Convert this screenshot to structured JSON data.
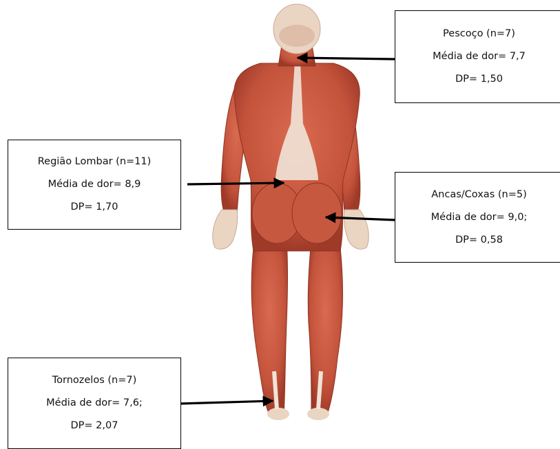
{
  "annotations": {
    "neck": {
      "region": "Pescoço (n=7)",
      "mean": "Média de dor= 7,7",
      "sd": "DP= 1,50"
    },
    "lumbar": {
      "region": "Região Lombar (n=11)",
      "mean": "Média de dor= 8,9",
      "sd": "DP= 1,70"
    },
    "hips": {
      "region": "Ancas/Coxas (n=5)",
      "mean": "Média de dor= 9,0;",
      "sd": "DP= 0,58"
    },
    "ankles": {
      "region": "Tornozelos (n=7)",
      "mean": "Média de dor= 7,6;",
      "sd": "DP= 2,07"
    }
  },
  "colors": {
    "muscle": "#c8563f",
    "muscle_dark": "#9e3a28",
    "tendon": "#efe4d8",
    "skin": "#f1d9c7",
    "arrow": "#000000"
  }
}
